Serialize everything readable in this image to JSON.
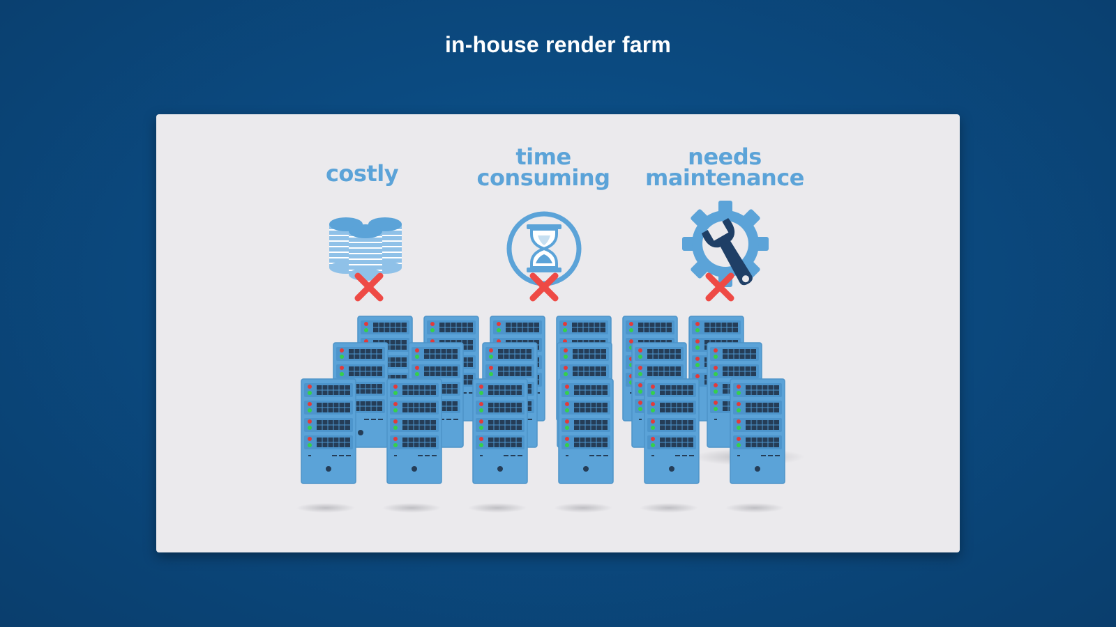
{
  "page": {
    "title": "in-house render farm"
  },
  "captions": {
    "costly": [
      "costly"
    ],
    "time": [
      "time",
      "consuming"
    ],
    "needs": [
      "needs",
      "maintenance"
    ]
  },
  "icons": {
    "costly": "coins-stack-icon",
    "time": "hourglass-icon",
    "needs": "gear-wrench-icon",
    "cross": "red-x-icon",
    "server": "server-tower-icon"
  },
  "colors": {
    "background": "#0b4a80",
    "card": "#ebeaed",
    "accent_blue": "#5ba3d8",
    "dark_blue": "#1f3f66",
    "cross_red": "#ee4a45",
    "led_green": "#35d04a",
    "led_red": "#e23a3a"
  },
  "servers": {
    "count": 18
  }
}
